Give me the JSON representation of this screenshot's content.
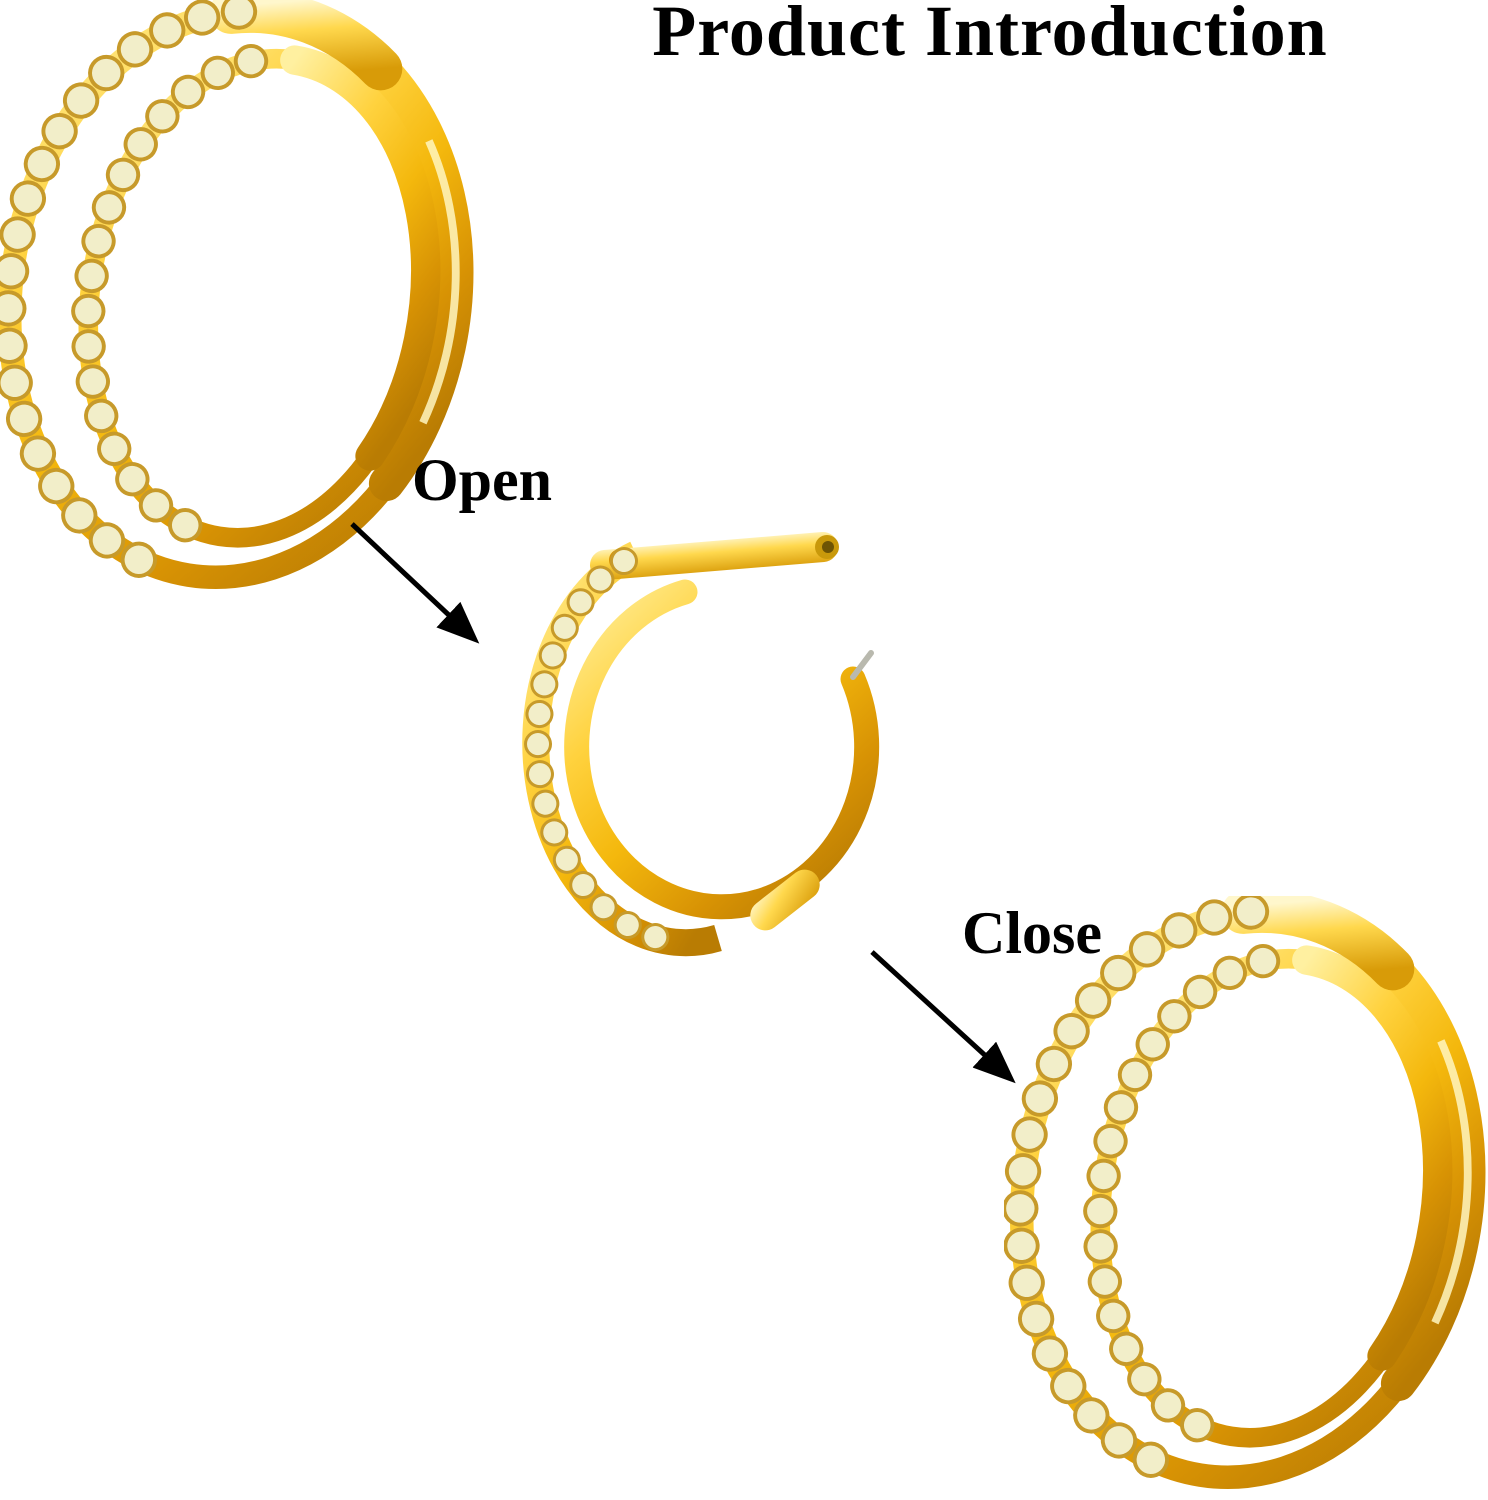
{
  "page": {
    "title": "Product Introduction",
    "labels": {
      "open": "Open",
      "close": "Close"
    }
  },
  "figures": {
    "top_left_ring": "closed gold double-hoop ring with pave stones",
    "center_ring": "open gold hinged segment ring",
    "bottom_right_ring": "closed gold double-hoop ring with pave stones"
  },
  "colors": {
    "background": "#FFFFFF",
    "text": "#000000",
    "arrow": "#000000",
    "gold": "#F4B80D",
    "gold_light": "#FFF0A0",
    "gold_dark": "#B97C03",
    "stone": "#F2EEC9",
    "stone_rim": "#C79A2A",
    "pin": "#B9B9AE"
  }
}
